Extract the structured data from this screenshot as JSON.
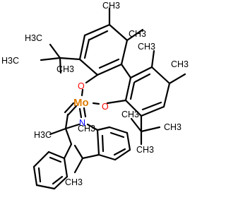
{
  "molecule": {
    "metal_label": "Mo",
    "labels": {
      "ch3": "CH3",
      "h3c": "H3C",
      "o": "O",
      "n": "N"
    },
    "colors": {
      "bond": "#000000",
      "oxygen": "#ff0000",
      "nitrogen": "#0000ff",
      "molybdenum": "#e07b00"
    }
  }
}
